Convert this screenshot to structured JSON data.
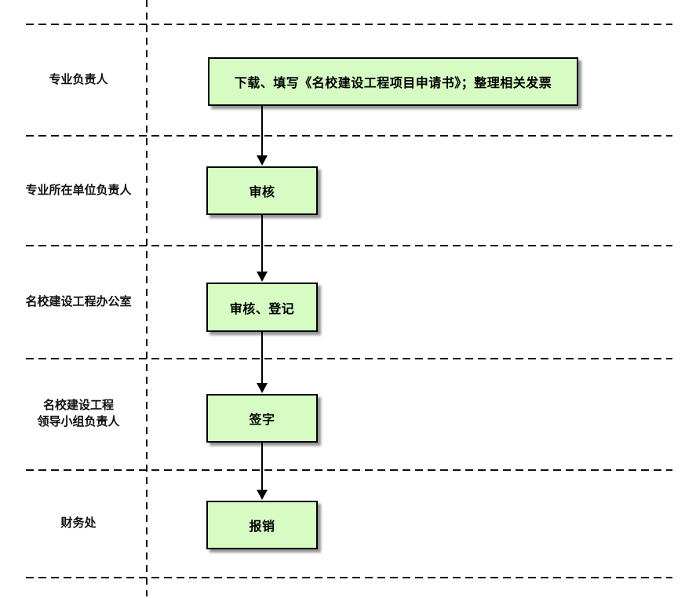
{
  "diagram": {
    "type": "flowchart-swimlane",
    "flow_direction": "top-to-bottom",
    "colors": {
      "box_fill": "#d6fcc4",
      "box_border": "#000000",
      "connector": "#000000",
      "divider": "#111111",
      "background": "#ffffff"
    },
    "lanes": [
      {
        "role": "专业负责人",
        "step": "下载、填写《名校建设工程项目申请书》；整理相关发票"
      },
      {
        "role": "专业所在单位负责人",
        "step": "审核"
      },
      {
        "role": "名校建设工程办公室",
        "step": "审核、登记"
      },
      {
        "role": "名校建设工程\n领导小组负责人",
        "step": "签字"
      },
      {
        "role": "财务处",
        "step": "报销"
      }
    ],
    "connections": [
      {
        "from_step": 0,
        "to_step": 1
      },
      {
        "from_step": 1,
        "to_step": 2
      },
      {
        "from_step": 2,
        "to_step": 3
      },
      {
        "from_step": 3,
        "to_step": 4
      }
    ]
  }
}
